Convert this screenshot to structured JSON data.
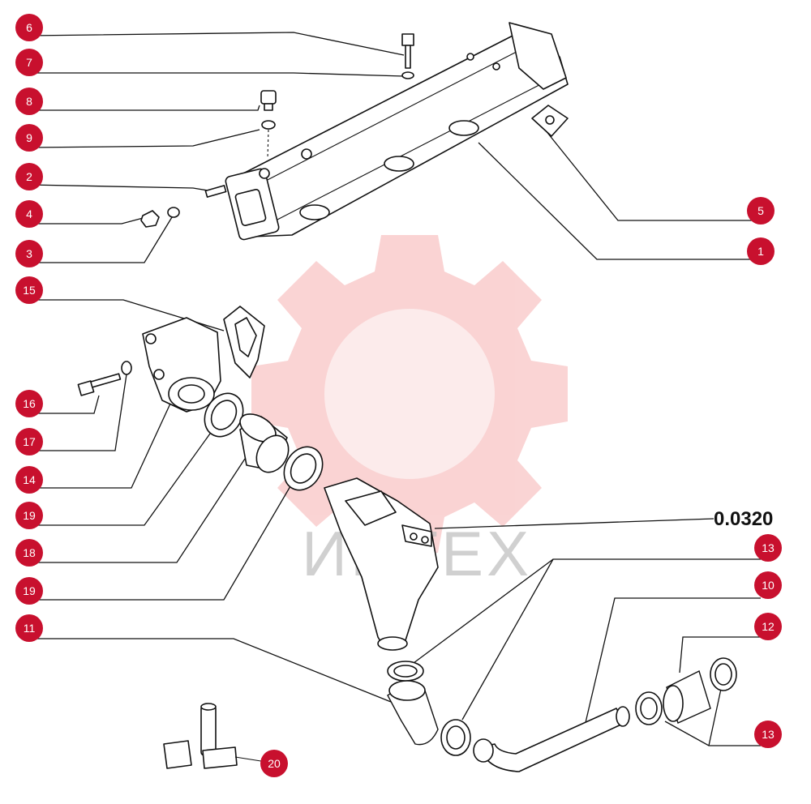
{
  "diagram": {
    "reference_code": "0.0320",
    "watermark_text": "ИНТЕХ",
    "accent_color": "#c8102e",
    "callouts": [
      {
        "id": "c6",
        "label": "6"
      },
      {
        "id": "c7",
        "label": "7"
      },
      {
        "id": "c8",
        "label": "8"
      },
      {
        "id": "c9",
        "label": "9"
      },
      {
        "id": "c2",
        "label": "2"
      },
      {
        "id": "c4",
        "label": "4"
      },
      {
        "id": "c3",
        "label": "3"
      },
      {
        "id": "c5",
        "label": "5"
      },
      {
        "id": "c1",
        "label": "1"
      },
      {
        "id": "c15",
        "label": "15"
      },
      {
        "id": "c16",
        "label": "16"
      },
      {
        "id": "c17",
        "label": "17"
      },
      {
        "id": "c14",
        "label": "14"
      },
      {
        "id": "c19a",
        "label": "19"
      },
      {
        "id": "c18",
        "label": "18"
      },
      {
        "id": "c19b",
        "label": "19"
      },
      {
        "id": "c11",
        "label": "11"
      },
      {
        "id": "c13a",
        "label": "13"
      },
      {
        "id": "c10",
        "label": "10"
      },
      {
        "id": "c12",
        "label": "12"
      },
      {
        "id": "c13b",
        "label": "13"
      },
      {
        "id": "c20",
        "label": "20"
      }
    ]
  }
}
